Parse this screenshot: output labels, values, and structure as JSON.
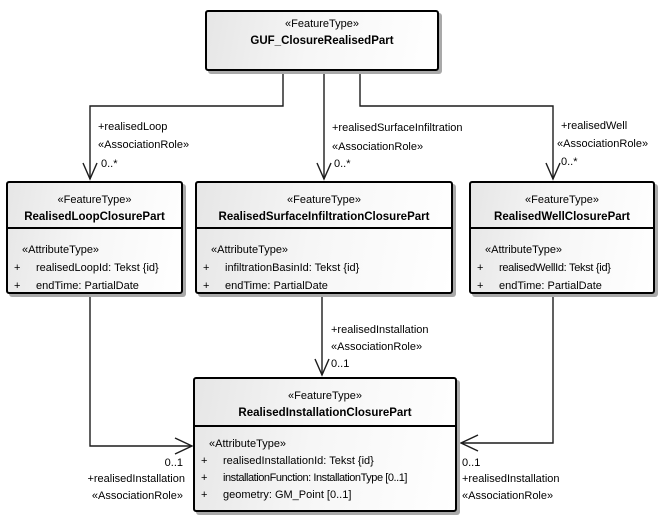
{
  "classes": {
    "top": {
      "stereotype": "«FeatureType»",
      "name": "GUF_ClosureRealisedPart"
    },
    "loop": {
      "stereotype": "«FeatureType»",
      "name": "RealisedLoopClosurePart",
      "attr_header": "«AttributeType»",
      "attributes": [
        {
          "vis": "+",
          "text": "realisedLoopId: Tekst {id}"
        },
        {
          "vis": "+",
          "text": "endTime: PartialDate"
        }
      ]
    },
    "surface": {
      "stereotype": "«FeatureType»",
      "name": "RealisedSurfaceInfiltrationClosurePart",
      "attr_header": "«AttributeType»",
      "attributes": [
        {
          "vis": "+",
          "text": "infiltrationBasinId: Tekst {id}"
        },
        {
          "vis": "+",
          "text": "endTime: PartialDate"
        }
      ]
    },
    "well": {
      "stereotype": "«FeatureType»",
      "name": "RealisedWellClosurePart",
      "attr_header": "«AttributeType»",
      "attributes": [
        {
          "vis": "+",
          "text": "realisedWellId: Tekst {id}"
        },
        {
          "vis": "+",
          "text": "endTime: PartialDate"
        }
      ]
    },
    "installation": {
      "stereotype": "«FeatureType»",
      "name": "RealisedInstallationClosurePart",
      "attr_header": "«AttributeType»",
      "attributes": [
        {
          "vis": "+",
          "text": "realisedInstallationId: Tekst {id}"
        },
        {
          "vis": "+",
          "text": "installationFunction: InstallationType [0..1]"
        },
        {
          "vis": "+",
          "text": "geometry: GM_Point [0..1]"
        }
      ]
    }
  },
  "associations": {
    "loop": {
      "role": "+realisedLoop",
      "stereotype": "«AssociationRole»",
      "multiplicity": "0..*"
    },
    "surface": {
      "role": "+realisedSurfaceInfiltration",
      "stereotype": "«AssociationRole»",
      "multiplicity": "0..*"
    },
    "well": {
      "role": "+realisedWell",
      "stereotype": "«AssociationRole»",
      "multiplicity": "0..*"
    },
    "installation_mid": {
      "role": "+realisedInstallation",
      "stereotype": "«AssociationRole»",
      "multiplicity": "0..1"
    },
    "installation_left": {
      "role": "+realisedInstallation",
      "stereotype": "«AssociationRole»",
      "multiplicity": "0..1"
    },
    "installation_right": {
      "role": "+realisedInstallation",
      "stereotype": "«AssociationRole»",
      "multiplicity": "0..1"
    }
  },
  "colors": {
    "line": "#1c1c1c",
    "border": "#000000",
    "shadow": "#a9a9a9",
    "fill_start": "#e6e6e6",
    "fill_end": "#ffffff"
  }
}
